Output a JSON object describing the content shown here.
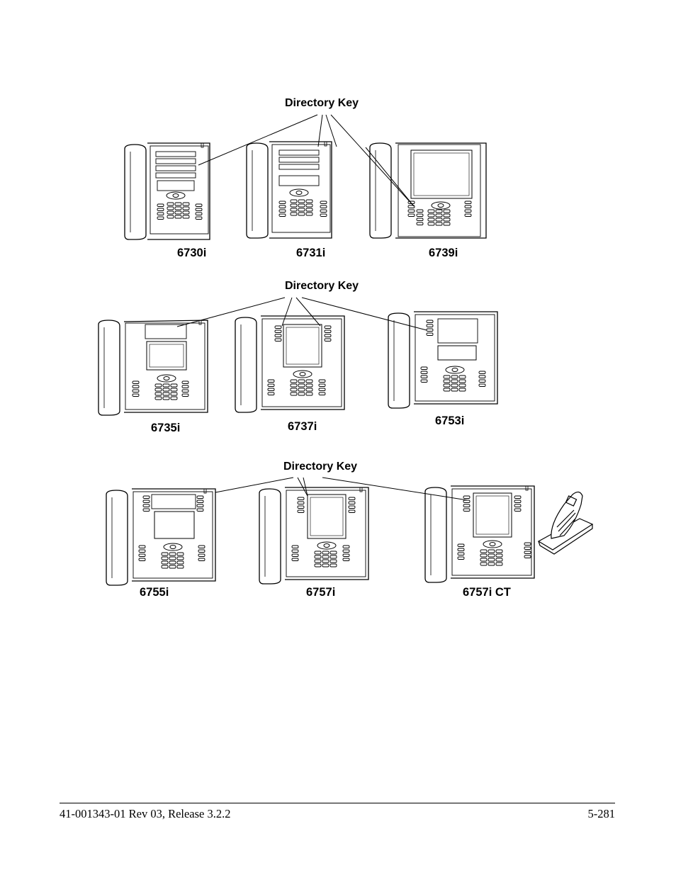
{
  "figure": {
    "callout_label": "Directory Key",
    "rows": [
      {
        "models": [
          "6730i",
          "6731i",
          "6739i"
        ]
      },
      {
        "models": [
          "6735i",
          "6737i",
          "6753i"
        ]
      },
      {
        "models": [
          "6755i",
          "6757i",
          "6757i CT"
        ]
      }
    ]
  },
  "footer": {
    "doc_id": "41-001343-01 Rev 03, Release 3.2.2",
    "page_number": "5-281"
  }
}
